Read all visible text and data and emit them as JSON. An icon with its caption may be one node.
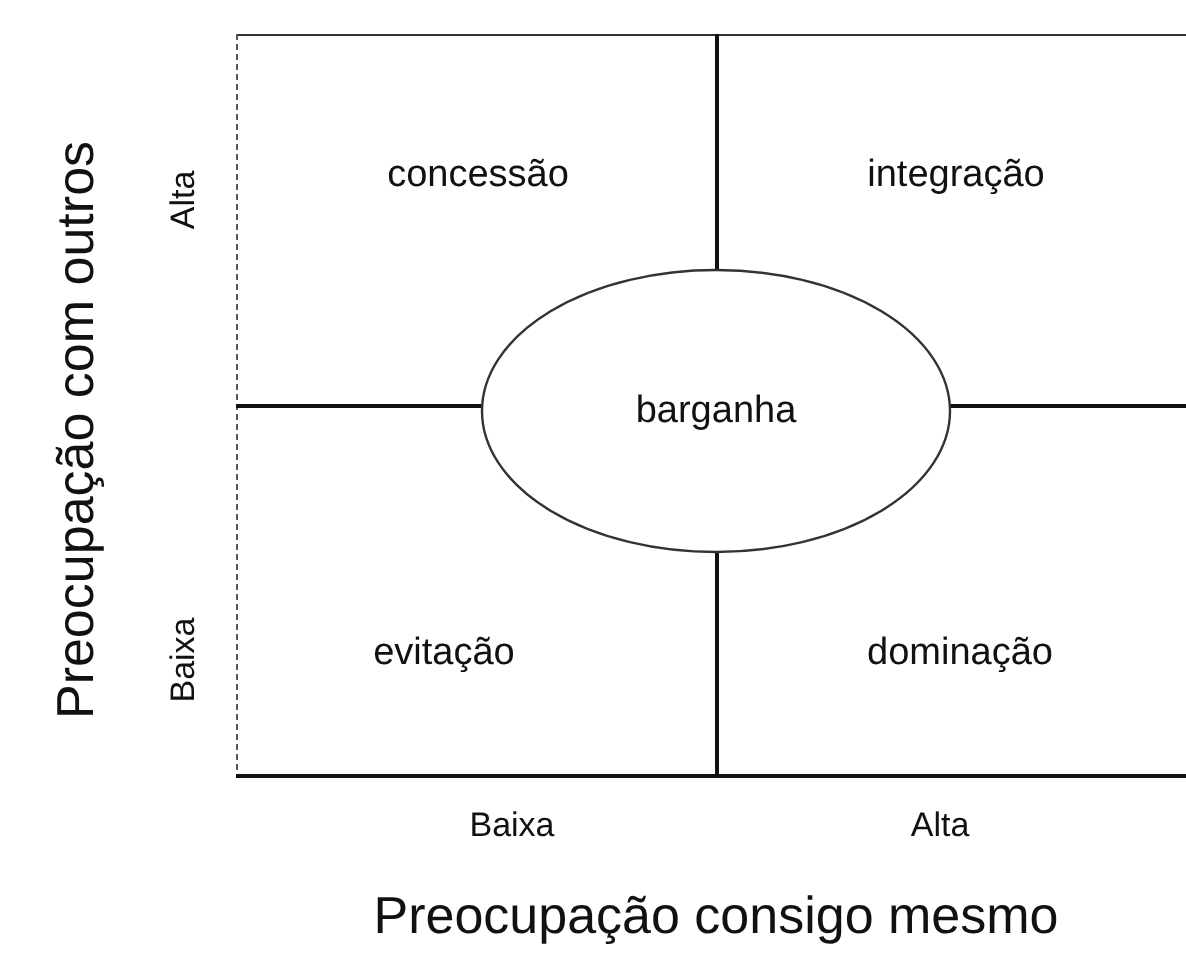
{
  "diagram": {
    "nodes": [
      {
        "text": [
          "concessão"
        ]
      },
      {
        "text": [
          "integração"
        ]
      },
      {
        "text": [
          "barganha"
        ]
      },
      {
        "text": [
          "evitação"
        ]
      },
      {
        "text": [
          "dominação"
        ]
      }
    ],
    "labels": [
      "Preocupação com outros",
      "Alta",
      "Baixa",
      "Baixa",
      "Alta",
      "Preocupação consigo mesmo"
    ]
  }
}
